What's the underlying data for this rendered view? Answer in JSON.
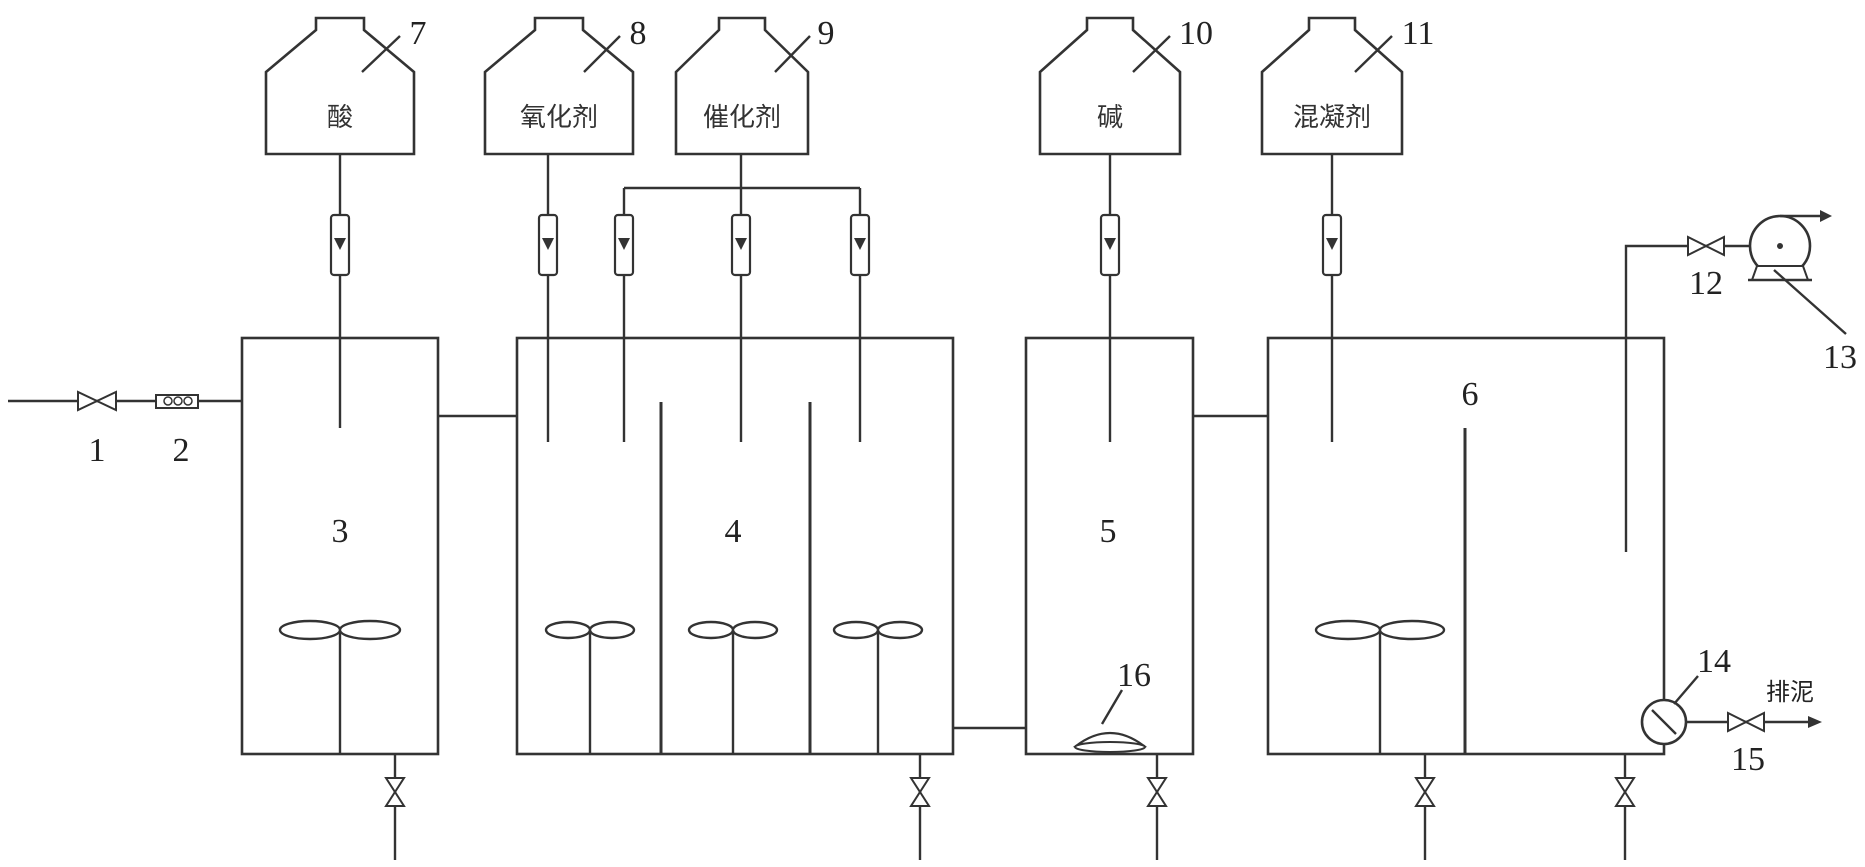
{
  "chemicals": {
    "acid": "酸",
    "oxidant": "氧化剂",
    "catalyst": "催化剂",
    "alkali": "碱",
    "coagulant": "混凝剂"
  },
  "outlet": "排泥",
  "labels": {
    "n1": "1",
    "n2": "2",
    "n3": "3",
    "n4": "4",
    "n5": "5",
    "n6": "6",
    "n7": "7",
    "n8": "8",
    "n9": "9",
    "n10": "10",
    "n11": "11",
    "n12": "12",
    "n13": "13",
    "n14": "14",
    "n15": "15",
    "n16": "16"
  }
}
